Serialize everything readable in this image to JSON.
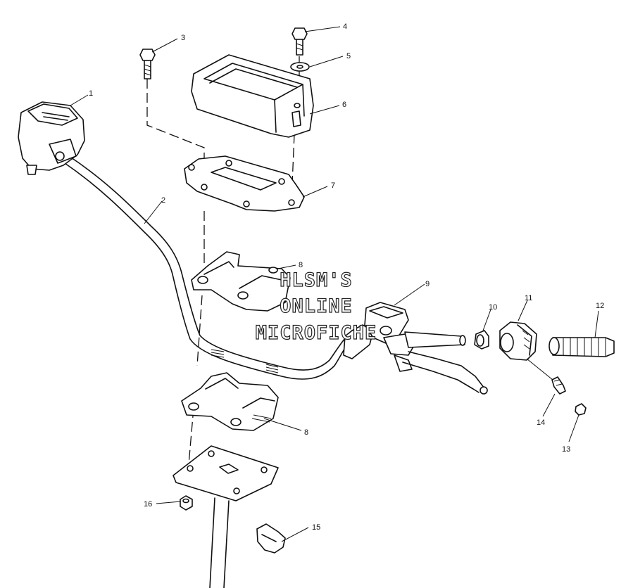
{
  "watermark": {
    "line1": "HLSM'S",
    "line2": "ONLINE",
    "line3": "MICROFICHE"
  },
  "callouts": {
    "c1": "1",
    "c2": "2",
    "c3": "3",
    "c4": "4",
    "c5": "5",
    "c6": "6",
    "c7": "7",
    "c8a": "8",
    "c8b": "8",
    "c9": "9",
    "c10": "10",
    "c11": "11",
    "c12": "12",
    "c13": "13",
    "c14": "14",
    "c15": "15",
    "c16": "16"
  }
}
